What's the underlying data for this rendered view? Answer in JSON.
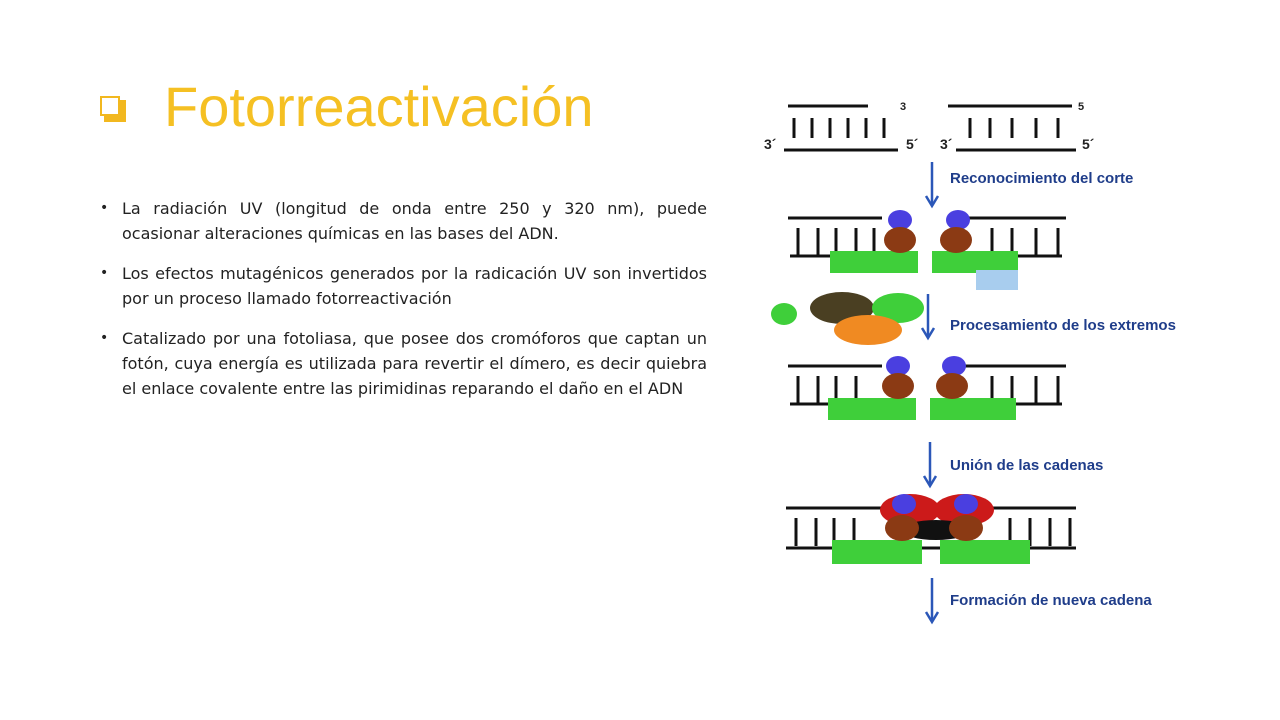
{
  "slide": {
    "title": "Fotorreactivación",
    "bullets": [
      "La radiación UV (longitud de onda entre 250 y 320 nm), puede ocasionar alteraciones químicas en las bases del ADN.",
      "Los efectos mutagénicos generados por la radicación UV son invertidos por un proceso llamado fotorreactivación",
      "Catalizado por una fotoliasa, que posee dos cromóforos que captan un fotón, cuya energía es utilizada para revertir el dímero, es decir quiebra el enlace covalente entre las pirimidinas reparando el daño en el ADN"
    ]
  },
  "diagram": {
    "end_labels": {
      "left_3prime": "3´",
      "left_5prime": "5´",
      "right_3prime": "3´",
      "right_5prime": "5´",
      "top_left": "3",
      "top_right": "5"
    },
    "steps": [
      "Reconocimiento del corte",
      "Procesamiento de los extremos",
      "Unión de las cadenas",
      "Formación de nueva cadena"
    ]
  },
  "colors": {
    "title": "#f5c023",
    "arrow": "#2b57b8",
    "step_label": "#1f3d8a",
    "protein_green": "#3fcf3a",
    "protein_blue": "#4a3fe0",
    "protein_brown": "#8b3a14",
    "protein_red": "#cc1a1a",
    "protein_orange": "#f08a22",
    "protein_dark": "#4a3f22",
    "protein_lightblue": "#a8cdee"
  }
}
